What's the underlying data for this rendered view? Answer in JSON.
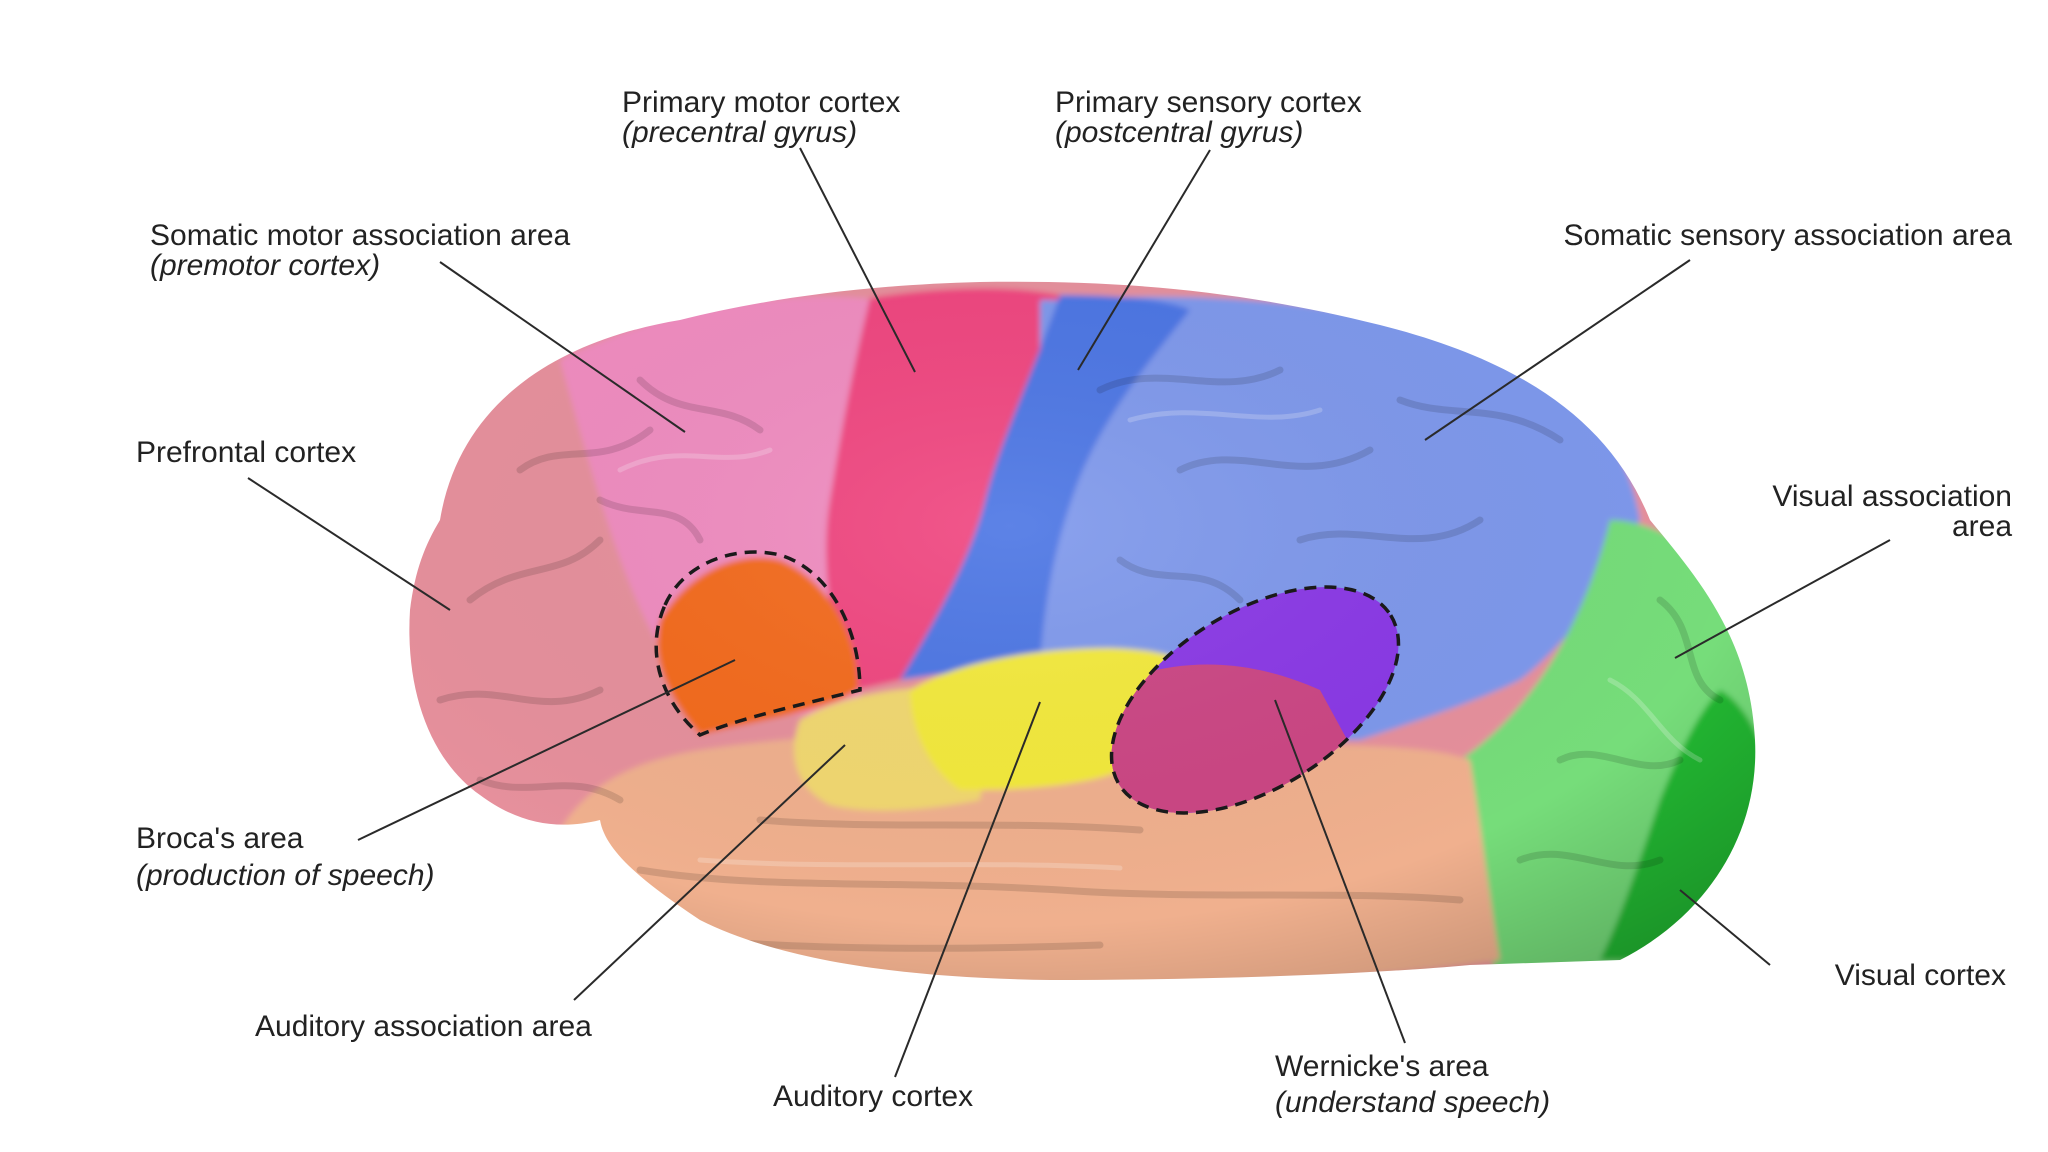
{
  "labels": {
    "primary_motor": {
      "title": "Primary motor cortex",
      "sub": "(precentral gyrus)"
    },
    "primary_sensory": {
      "title": "Primary sensory cortex",
      "sub": "(postcentral gyrus)"
    },
    "somatic_motor": {
      "title": "Somatic motor association area",
      "sub": "(premotor cortex)"
    },
    "somatic_sensory": {
      "title": "Somatic sensory association area"
    },
    "prefrontal": {
      "title": "Prefrontal cortex"
    },
    "visual_assoc": {
      "line1": "Visual association",
      "line2": "area"
    },
    "broca": {
      "title": "Broca's area",
      "sub": "(production of speech)"
    },
    "auditory_assoc": {
      "title": "Auditory association area"
    },
    "auditory": {
      "title": "Auditory cortex"
    },
    "wernicke": {
      "title": "Wernicke's area",
      "sub": "(understand speech)"
    },
    "visual": {
      "title": "Visual cortex"
    }
  },
  "colors": {
    "prefrontal": "#e6909c",
    "premotor": "#f08cc0",
    "motor": "#f0457f",
    "sensory": "#4c74e4",
    "sensory_assoc": "#7e98ec",
    "visual_assoc": "#76dd7a",
    "visual": "#24b830",
    "temporal": "#f0b08e",
    "auditory": "#f4ea3a",
    "auditory_assoc": "#f2d870",
    "broca": "#f46a1e",
    "wernicke_upper": "#8a38e6",
    "wernicke_lower": "#cc4684"
  }
}
